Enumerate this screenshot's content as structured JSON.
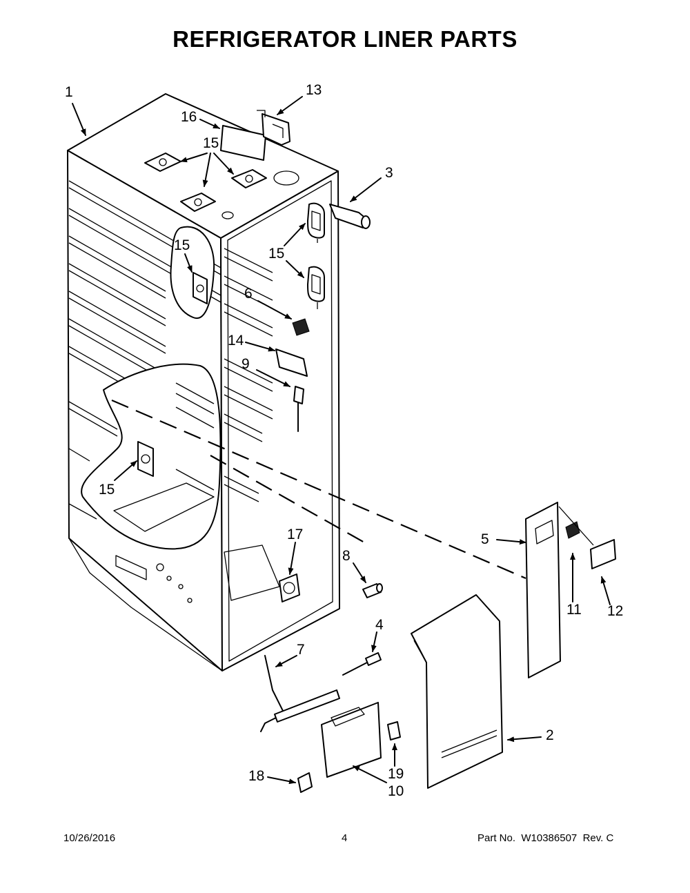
{
  "title": "REFRIGERATOR LINER PARTS",
  "footer": {
    "date": "10/26/2016",
    "page": "4",
    "part_no": "Part No.  W10386507  Rev. C"
  },
  "callouts": {
    "c1": "1",
    "c2": "2",
    "c3": "3",
    "c4": "4",
    "c5": "5",
    "c6": "6",
    "c7": "7",
    "c8": "8",
    "c9": "9",
    "c10": "10",
    "c11": "11",
    "c12": "12",
    "c13": "13",
    "c14": "14",
    "c15a": "15",
    "c15b": "15",
    "c15c": "15",
    "c15d": "15",
    "c16": "16",
    "c17": "17",
    "c18": "18",
    "c19": "19"
  }
}
